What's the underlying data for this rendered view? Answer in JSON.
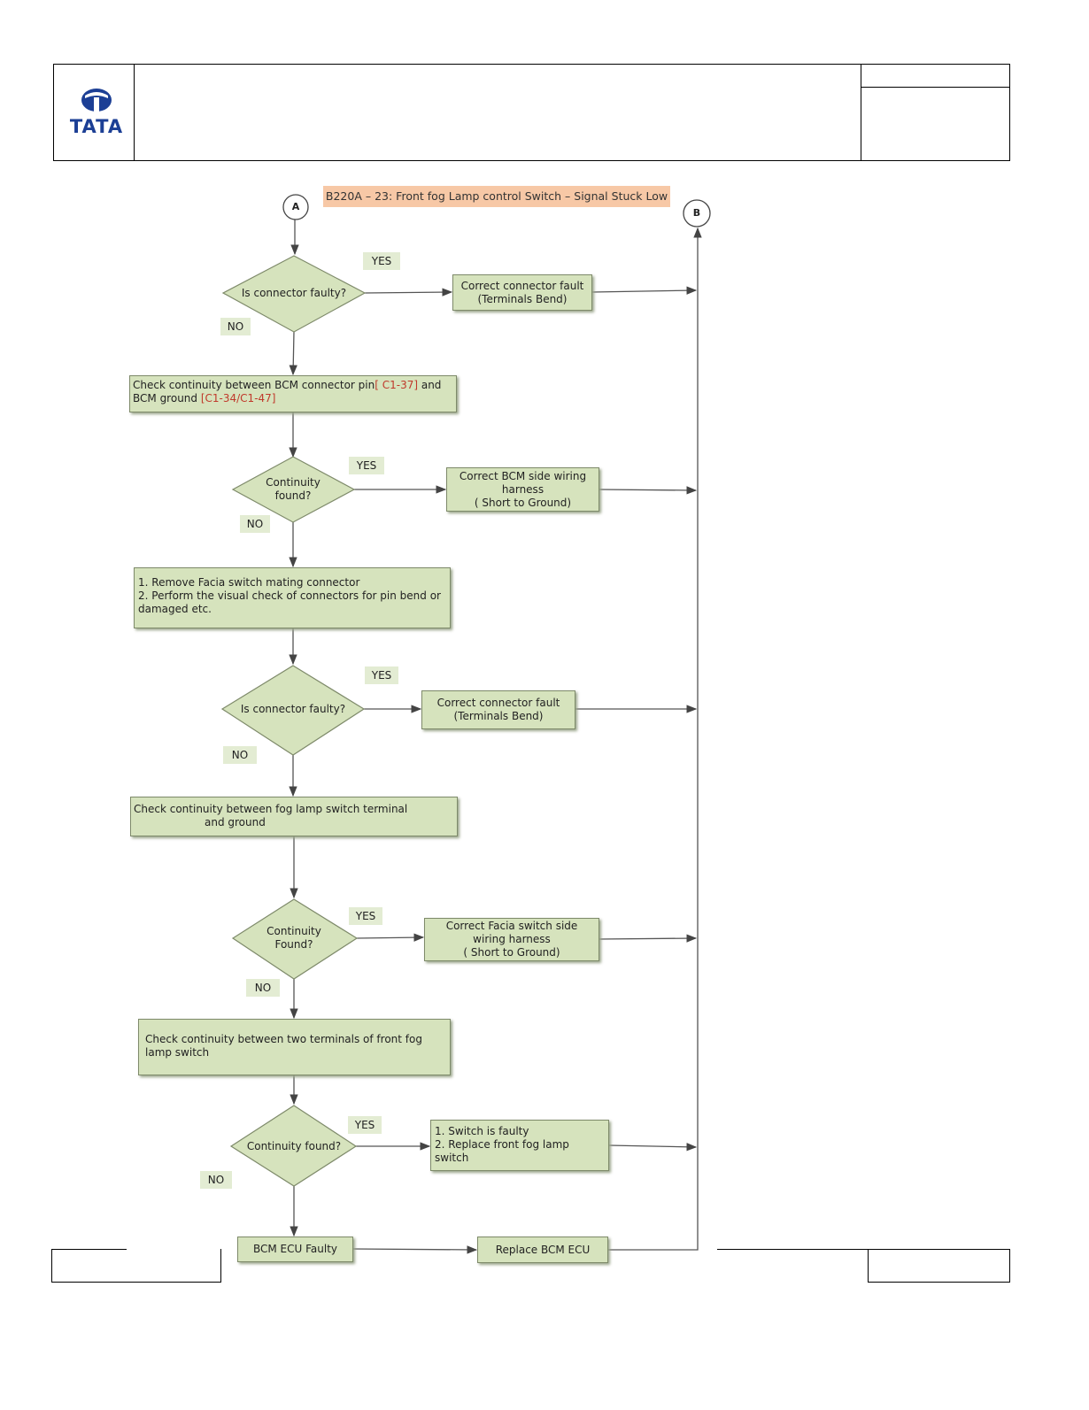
{
  "header": {
    "logo_text": "TATA",
    "brand_color": "#1c3f95"
  },
  "diagram": {
    "title": "B220A – 23: Front fog Lamp control Switch – Signal Stuck Low",
    "connector_a": "A",
    "connector_b": "B",
    "decisions": {
      "d1": "Is connector faulty?",
      "d2": "Continuity\nfound?",
      "d3": "Is connector faulty?",
      "d4": "Continuity\nFound?",
      "d5": "Continuity found?"
    },
    "steps": {
      "s1_part1": "Check continuity between BCM connector pin",
      "s1_pin": "[ C1-37]",
      "s1_part2": " and\nBCM ground ",
      "s1_ground": "[C1-34/C1-47]",
      "s2": "1. Remove Facia switch mating connector\n2. Perform the visual check of connectors for pin bend or damaged etc.",
      "s3_line1": "Check continuity between fog lamp switch terminal",
      "s3_line2": "and  ground",
      "s4": "Check continuity between two  terminals of front fog\nlamp  switch",
      "s5": "BCM ECU Faulty"
    },
    "actions": {
      "a1": "Correct connector fault\n(Terminals Bend)",
      "a2": "Correct BCM side wiring\nharness\n( Short to Ground)",
      "a3": "Correct connector fault\n(Terminals Bend)",
      "a4": "Correct Facia switch side\nwiring harness\n( Short to Ground)",
      "a5": "1. Switch is faulty\n2. Replace front fog lamp\nswitch",
      "a6": "Replace BCM ECU"
    },
    "labels": {
      "yes": "YES",
      "no": "NO"
    },
    "colors": {
      "box_fill": "#d6e3bd",
      "title_fill": "#f7c8a6",
      "pin_red": "#c0392b"
    }
  }
}
